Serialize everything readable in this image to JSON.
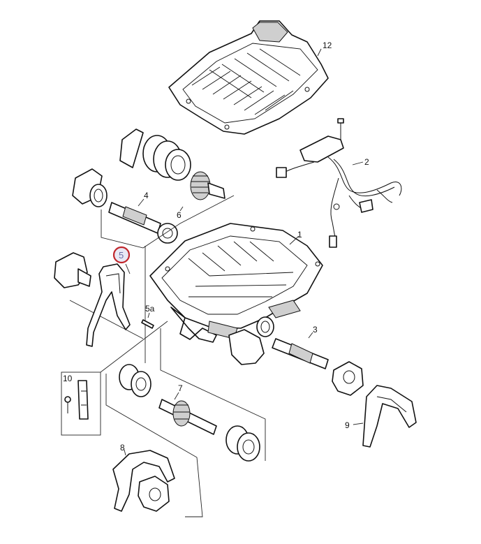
{
  "callouts": {
    "c1": "1",
    "c2": "2",
    "c3": "3",
    "c4": "4",
    "c5": "5",
    "c5a": "5a",
    "c6": "6",
    "c7": "7",
    "c8": "8",
    "c9": "9",
    "c10": "10",
    "c12": "12"
  },
  "highlight": {
    "selected_callout": "5",
    "ring_color": "#c0262c",
    "text_color": "#6a6fa8"
  },
  "colors": {
    "line": "#111111",
    "background": "#ffffff"
  }
}
